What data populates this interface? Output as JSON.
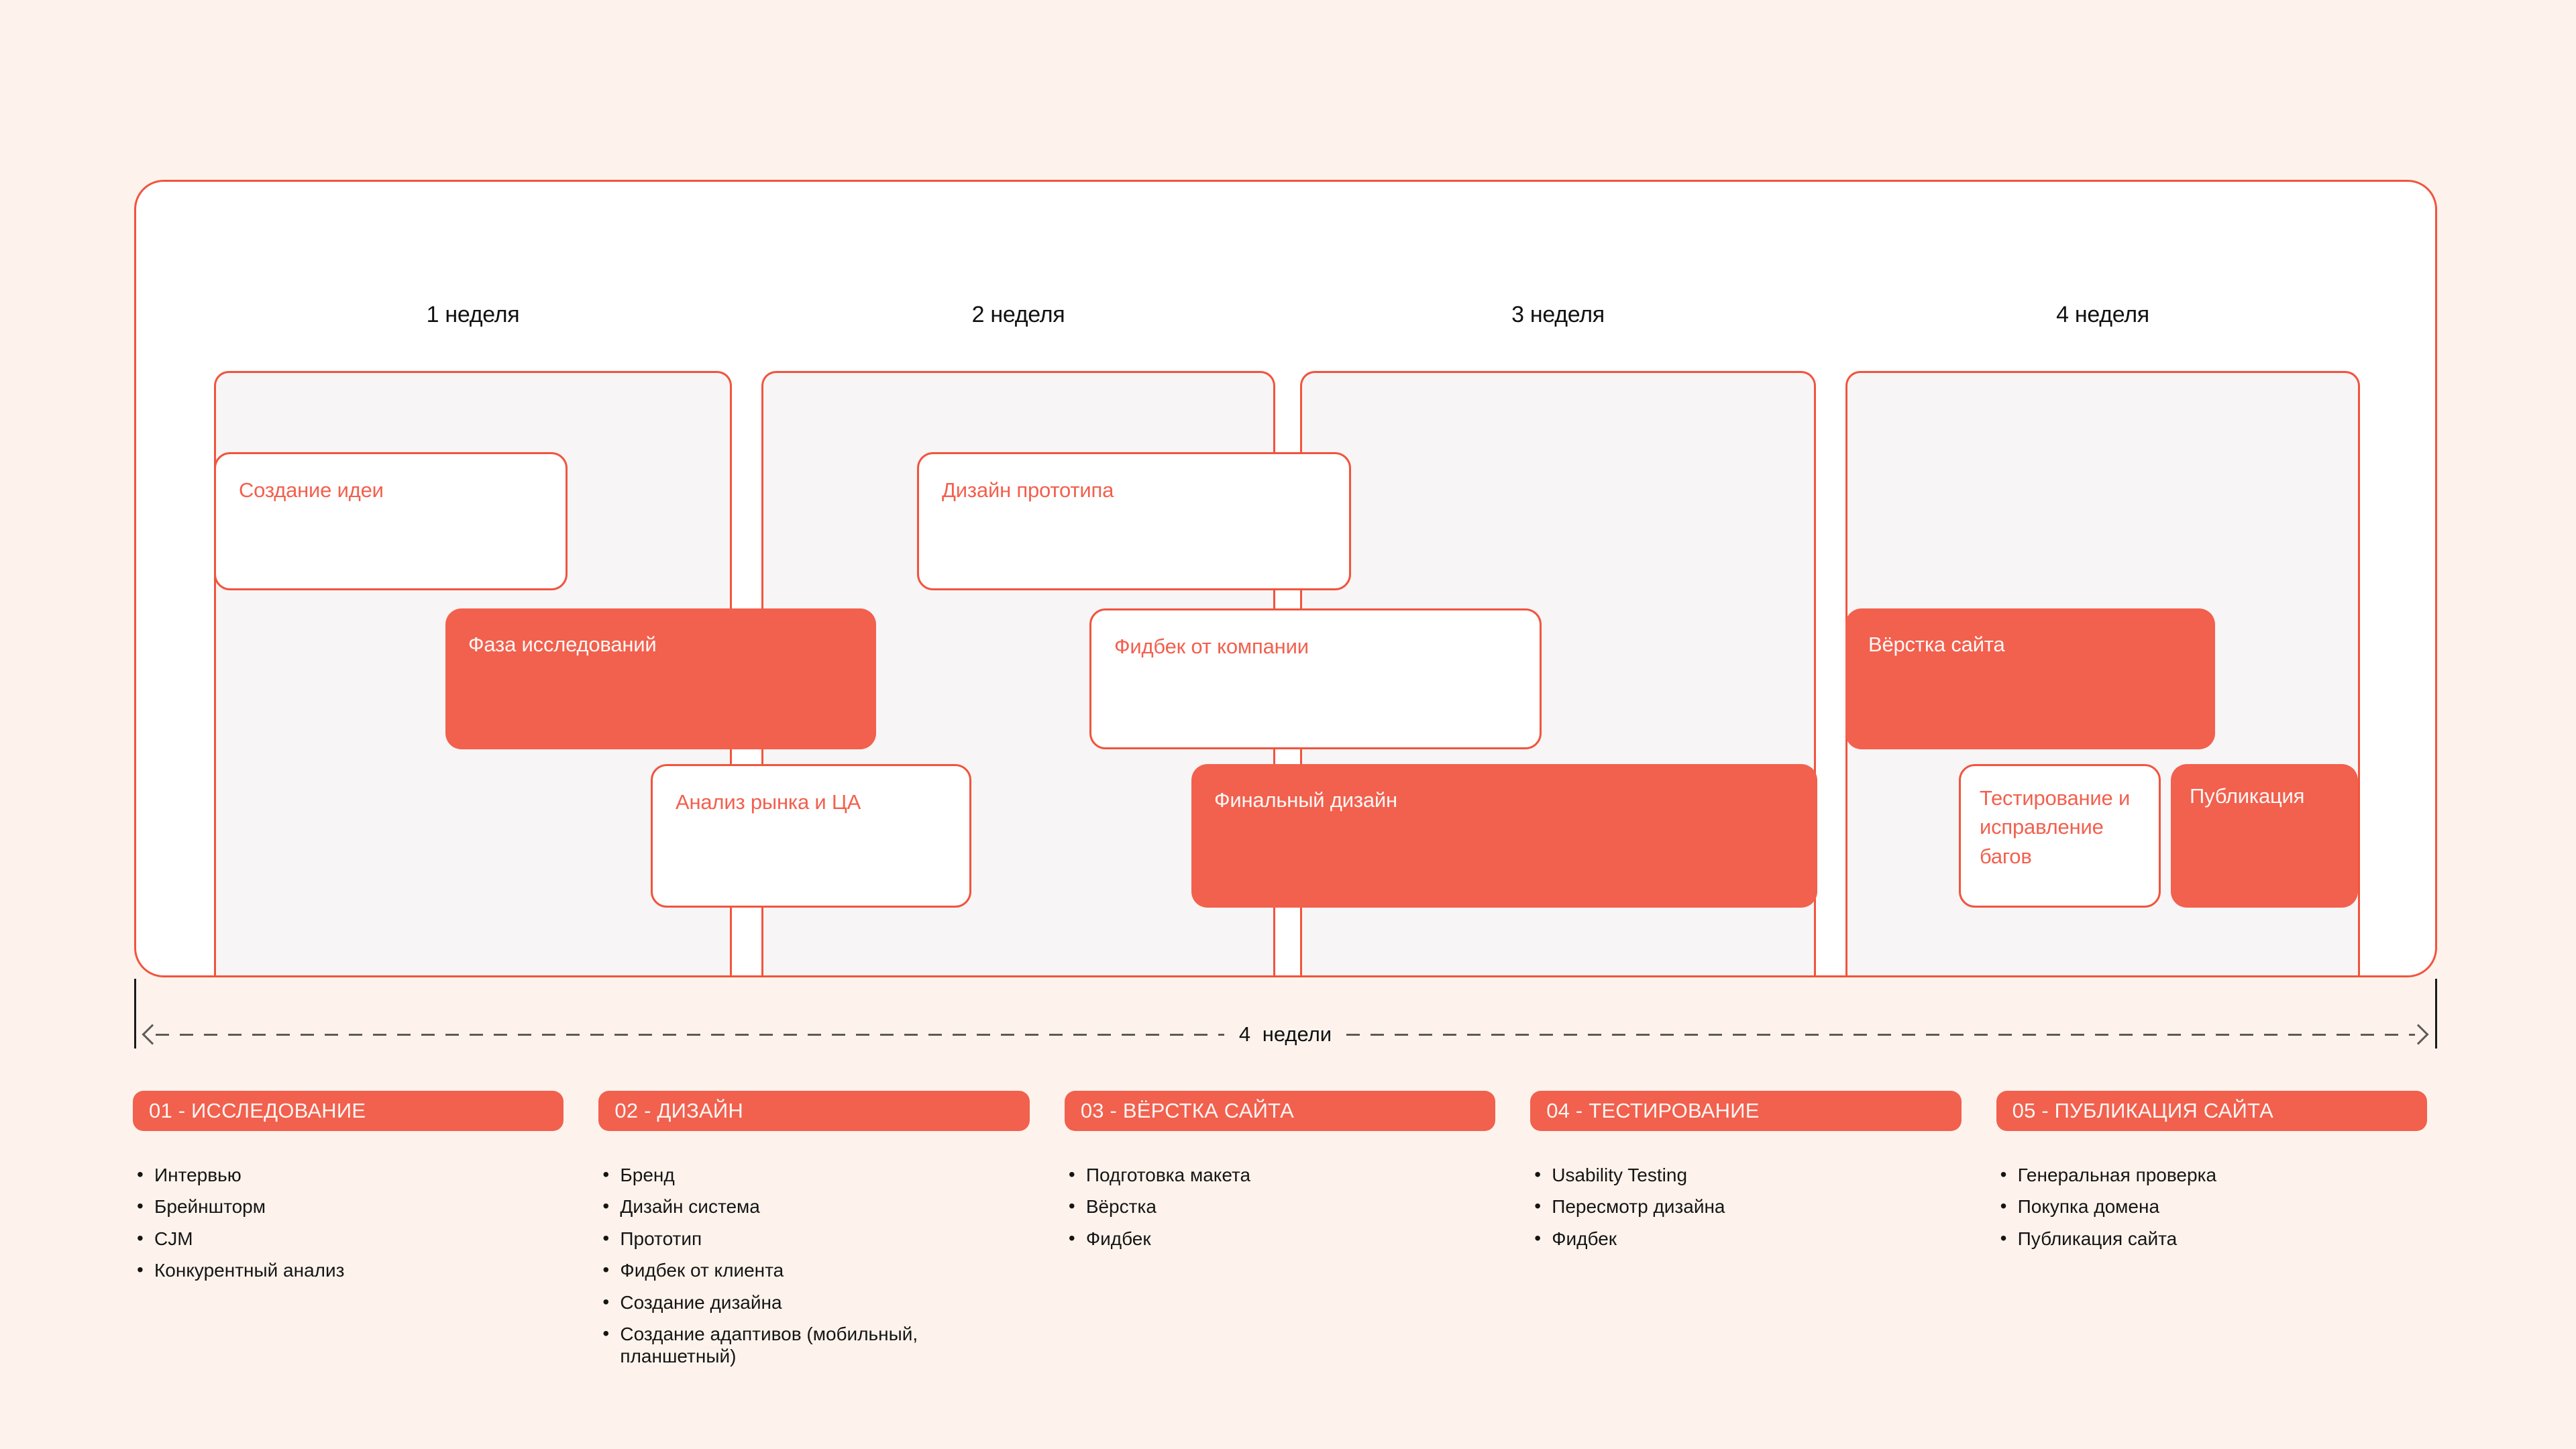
{
  "colors": {
    "accent": "#F2604E",
    "border_red": "#F1543E",
    "background": "#FDF3EC",
    "board_fill": "#FFFFFF",
    "column_fill": "#F7F5F5",
    "text_dark": "#161616"
  },
  "timeline": {
    "weeks": [
      "1 неделя",
      "2 неделя",
      "3 неделя",
      "4 неделя"
    ],
    "tasks": [
      {
        "label": "Создание идеи",
        "style": "outline"
      },
      {
        "label": "Дизайн прототипа",
        "style": "outline"
      },
      {
        "label": "Фаза исследований",
        "style": "filled"
      },
      {
        "label": "Фидбек от компании",
        "style": "outline"
      },
      {
        "label": "Вёрстка сайта",
        "style": "filled"
      },
      {
        "label": "Анализ рынка и ЦА",
        "style": "outline"
      },
      {
        "label": "Финальный дизайн",
        "style": "filled"
      },
      {
        "label": "Тестирование и исправление багов",
        "style": "outline"
      },
      {
        "label": "Публикация",
        "style": "filled"
      }
    ],
    "ruler": {
      "label": "4 недели"
    }
  },
  "phases": [
    {
      "title": "01 - ИССЛЕДОВАНИЕ",
      "items": [
        "Интервью",
        "Брейншторм",
        "CJM",
        "Конкурентный анализ"
      ]
    },
    {
      "title": "02 - ДИЗАЙН",
      "items": [
        "Бренд",
        "Дизайн система",
        "Прототип",
        "Фидбек от клиента",
        "Создание дизайна",
        "Создание адаптивов (мобильный, планшетный)"
      ]
    },
    {
      "title": "03 - ВЁРСТКА САЙТА",
      "items": [
        "Подготовка макета",
        "Вёрстка",
        "Фидбек"
      ]
    },
    {
      "title": "04 - ТЕСТИРОВАНИЕ",
      "items": [
        "Usability Testing",
        "Пересмотр дизайна",
        "Фидбек"
      ]
    },
    {
      "title": "05 - ПУБЛИКАЦИЯ САЙТА",
      "items": [
        "Генеральная проверка",
        "Покупка домена",
        "Публикация сайта"
      ]
    }
  ]
}
